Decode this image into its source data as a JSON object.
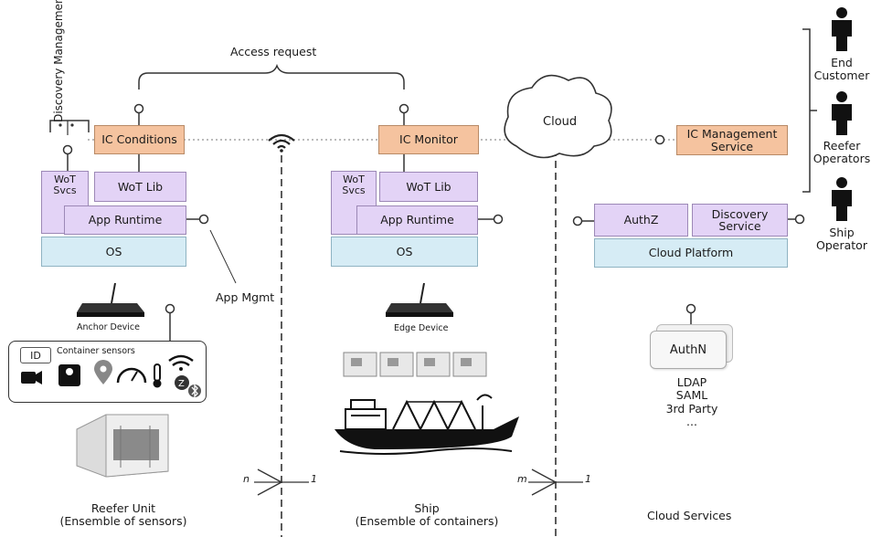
{
  "access_request": "Access request",
  "discovery_management": "Discovery Management",
  "app_mgmt": "App Mgmt",
  "anchor": {
    "ic_conditions": "IC Conditions",
    "wot_svcs": "WoT Svcs",
    "wot_lib": "WoT Lib",
    "app_runtime": "App Runtime",
    "os": "OS",
    "device_label": "Anchor Device"
  },
  "edge": {
    "ic_monitor": "IC Monitor",
    "wot_svcs": "WoT Svcs",
    "wot_lib": "WoT Lib",
    "app_runtime": "App Runtime",
    "os": "OS",
    "device_label": "Edge Device"
  },
  "cloud": {
    "label": "Cloud",
    "ic_management": "IC Management Service",
    "authz": "AuthZ",
    "discovery_service": "Discovery Service",
    "platform": "Cloud Platform",
    "authn": "AuthN",
    "auth_methods": [
      "LDAP",
      "SAML",
      "3rd Party",
      "..."
    ]
  },
  "sensors": {
    "id": "ID",
    "label": "Container sensors"
  },
  "actors": [
    "End Customer",
    "Reefer Operators",
    "Ship Operator"
  ],
  "multiplicity": {
    "n": "n",
    "one_a": "1",
    "m": "m",
    "one_b": "1"
  },
  "captions": {
    "reefer_title": "Reefer Unit",
    "reefer_sub": "(Ensemble of sensors)",
    "ship_title": "Ship",
    "ship_sub": "(Ensemble of containers)",
    "cloud_services": "Cloud Services"
  },
  "colors": {
    "orange": "#f5c39f",
    "purple": "#e3d3f6",
    "blue": "#d6ecf5",
    "line": "#333333"
  }
}
